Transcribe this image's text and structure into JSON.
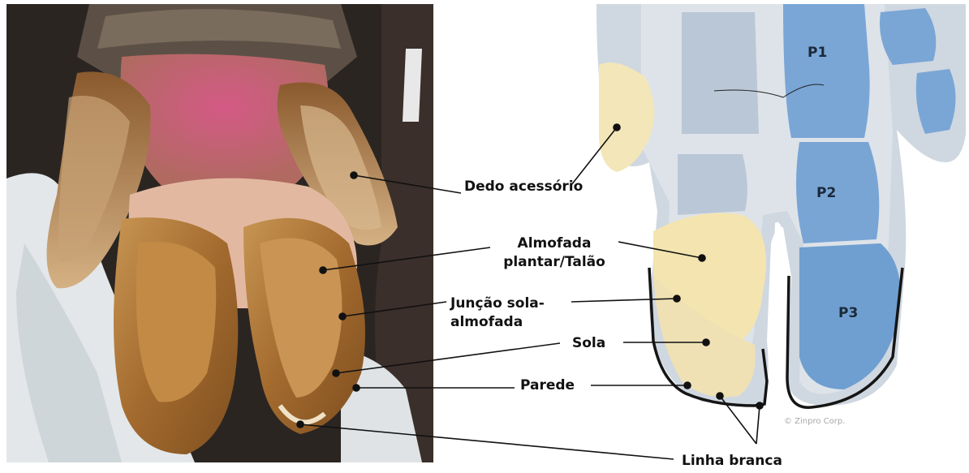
{
  "labels": {
    "dedo_acessorio": "Dedo acessório",
    "almofada_1": "Almofada",
    "almofada_2": "plantar/Talão",
    "juncao_1": "Junção sola-",
    "juncao_2": "almofada",
    "sola": "Sola",
    "parede": "Parede",
    "linha_branca": "Linha branca"
  },
  "bones": {
    "p1": "P1",
    "p2": "P2",
    "p3": "P3"
  },
  "copyright": "© Zinpro Corp.",
  "colors": {
    "bone_blue": "#6f9fd0",
    "tissue_grey": "#c9d3dd",
    "cushion_yellow": "#f3e4b0",
    "hoof_brown": "#b07a3c",
    "glove_white": "#e4e8ea"
  }
}
